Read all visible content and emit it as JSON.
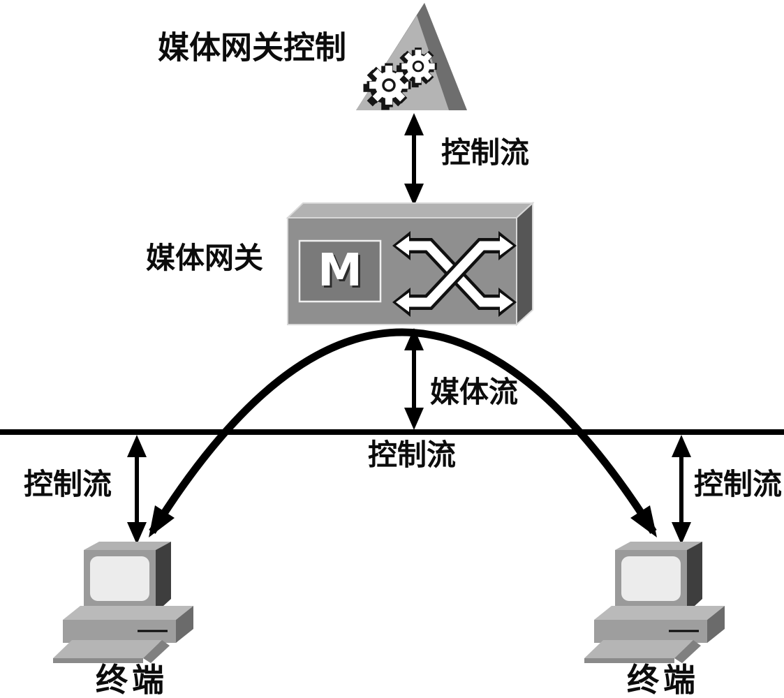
{
  "diagram": {
    "nodes": {
      "controller": {
        "label": "媒体网关控制",
        "icon": "pyramid-gears-icon"
      },
      "gateway": {
        "label": "媒体网关",
        "letter": "M",
        "icon": "switch-box-icon"
      },
      "terminal_left": {
        "label": "终端",
        "icon": "computer-icon"
      },
      "terminal_right": {
        "label": "终端",
        "icon": "computer-icon"
      }
    },
    "flows": {
      "controller_gateway": {
        "label": "控制流"
      },
      "gateway_network": {
        "label": "媒体流"
      },
      "network_center": {
        "label": "控制流"
      },
      "network_terminal_left": {
        "label": "控制流"
      },
      "network_terminal_right": {
        "label": "控制流"
      }
    },
    "colors": {
      "ink": "#000000",
      "pyramid_face": "#b4b4b4",
      "pyramid_side": "#6e6e6e",
      "box_front": "#8f8f8f",
      "box_top": "#b2b2b2",
      "box_side": "#565656",
      "box_edge": "#d8d8d8",
      "m_plate": "#7a7a7a",
      "icon_white": "#ffffff",
      "monitor_front": "#9a9a9a",
      "monitor_side": "#3e3e3e",
      "monitor_top": "#b2b2b2",
      "screen": "#ececec",
      "base_front": "#9e9e9e",
      "base_top": "#bababa",
      "base_side": "#6b6b6b",
      "keyboard": "#b5b5b5",
      "keyboard_edge": "#808080"
    }
  }
}
